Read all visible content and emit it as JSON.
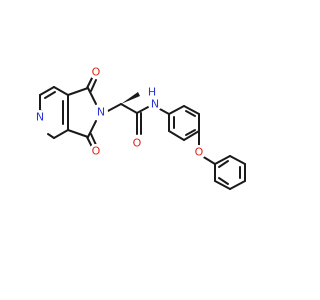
{
  "molecule": {
    "atoms": {
      "o1": {
        "symbol": "O",
        "color": "#e0251b"
      },
      "o2": {
        "symbol": "O",
        "color": "#e0251b"
      },
      "o3": {
        "symbol": "O",
        "color": "#e0251b"
      },
      "o4": {
        "symbol": "O",
        "color": "#e0251b"
      },
      "n_pyridine": {
        "symbol": "N",
        "color": "#2b35d6"
      },
      "n_imide": {
        "symbol": "N",
        "color": "#2b35d6"
      },
      "n_amide": {
        "symbol": "N",
        "color": "#2b35d6"
      },
      "h_amide": {
        "symbol": "H",
        "color": "#2b35d6"
      }
    }
  }
}
